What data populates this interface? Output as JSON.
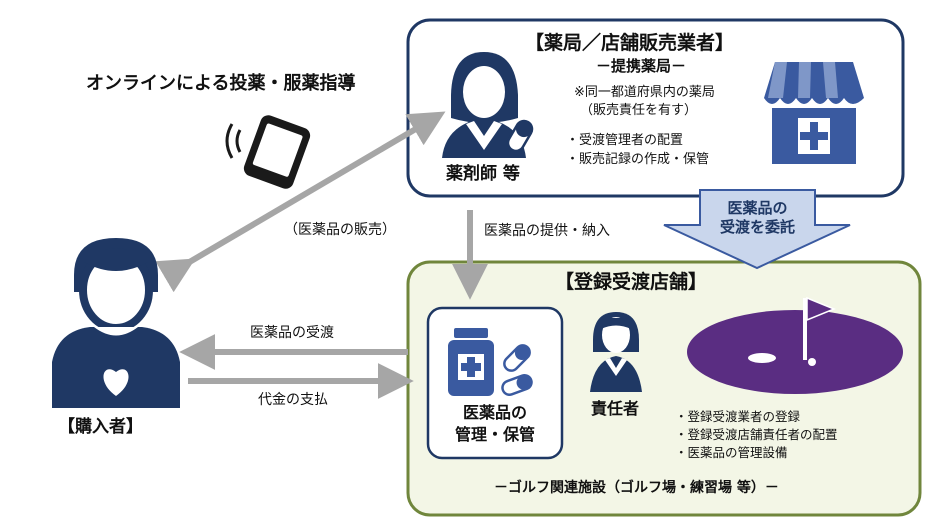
{
  "online": {
    "label": "オンラインによる投薬・服薬指導"
  },
  "pharmacy": {
    "title": "【薬局／店舗販売業者】",
    "subtitle": "－提携薬局－",
    "note1": "※同一都道府県内の薬局",
    "note2": "（販売責任を有す）",
    "bullets": [
      "・受渡管理者の配置",
      "・販売記録の作成・保管"
    ],
    "role": "薬剤師 等"
  },
  "delegate": {
    "line1": "医薬品の",
    "line2": "受渡を委託"
  },
  "store": {
    "title": "【登録受渡店舗】",
    "storage_line1": "医薬品の",
    "storage_line2": "管理・保管",
    "manager": "責任者",
    "bullets": [
      "・登録受渡業者の登録",
      "・登録受渡店舗責任者の配置",
      "・医薬品の管理設備"
    ],
    "footer": "－ゴルフ関連施設（ゴルフ場・練習場 等）－"
  },
  "buyer": {
    "label": "【購入者】"
  },
  "arrows": {
    "sale": "（医薬品の販売）",
    "supply": "医薬品の提供・納入",
    "receive": "医薬品の受渡",
    "payment": "代金の支払"
  },
  "colors": {
    "navy": "#1f3864",
    "blue": "#3a5aa0",
    "green_border": "#70863c",
    "green_fill": "#f3f6e6",
    "arrow_gray": "#a6a6a6",
    "bigarrow_fill": "#c9d6ec",
    "golf_purple": "#5a2d82"
  },
  "icons": [
    "smartphone-icon",
    "pharmacist-icon",
    "store-icon",
    "buyer-icon",
    "heart-icon",
    "medicine-icon",
    "manager-icon",
    "golf-icon"
  ]
}
